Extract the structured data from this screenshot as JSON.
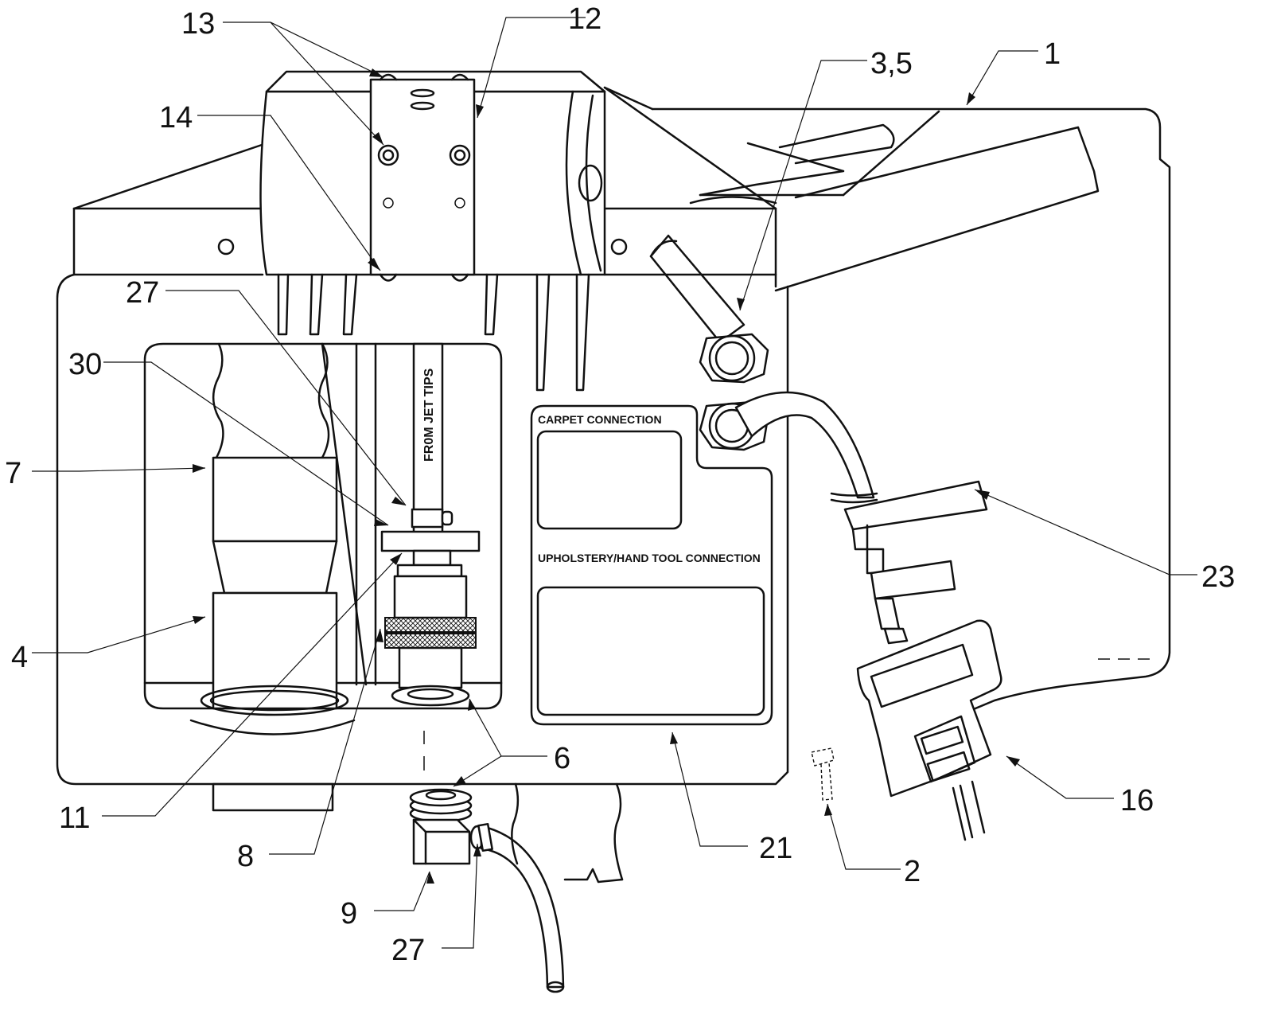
{
  "diagram": {
    "panel_labels": {
      "carpet": "CARPET CONNECTION",
      "upholstery": "UPHOLSTERY/HAND TOOL CONNECTION"
    },
    "tube_label": "FR0M JET TIPS",
    "callouts": {
      "c1": "1",
      "c2": "2",
      "c3_5": "3,5",
      "c4": "4",
      "c6": "6",
      "c7": "7",
      "c8": "8",
      "c9": "9",
      "c11": "11",
      "c12": "12",
      "c13": "13",
      "c14": "14",
      "c16": "16",
      "c21": "21",
      "c23": "23",
      "c27_top": "27",
      "c27_bottom": "27",
      "c30": "30"
    }
  }
}
